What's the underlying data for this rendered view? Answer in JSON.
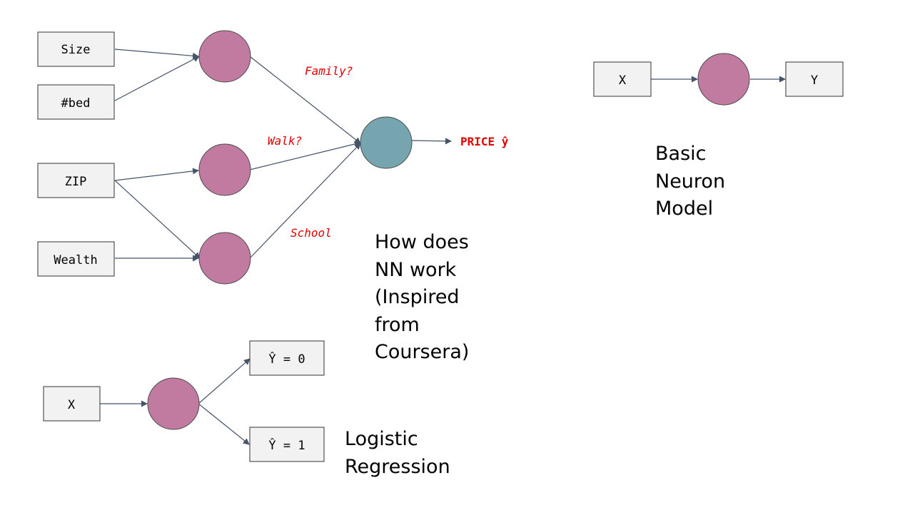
{
  "colors": {
    "box_fill": "#f2f2f2",
    "box_stroke": "#333333",
    "hidden_node": "#c27ba0",
    "output_node": "#76a5af",
    "edge": "#44546a",
    "label_red": "#e00000"
  },
  "nn_diagram": {
    "inputs": [
      "Size",
      "#bed",
      "ZIP",
      "Wealth"
    ],
    "edge_labels": {
      "family": "Family?",
      "walk": "Walk?",
      "school": "School"
    },
    "output_label": "PRICE ŷ"
  },
  "basic_neuron": {
    "input": "X",
    "output": "Y"
  },
  "logistic": {
    "input": "X",
    "out0": "Ŷ = 0",
    "out1": "Ŷ = 1"
  },
  "captions": {
    "nn": [
      "How does",
      "NN work",
      "(Inspired",
      "from",
      "Coursera)"
    ],
    "basic": [
      "Basic",
      "Neuron",
      "Model"
    ],
    "logistic": [
      "Logistic",
      "Regression"
    ]
  }
}
